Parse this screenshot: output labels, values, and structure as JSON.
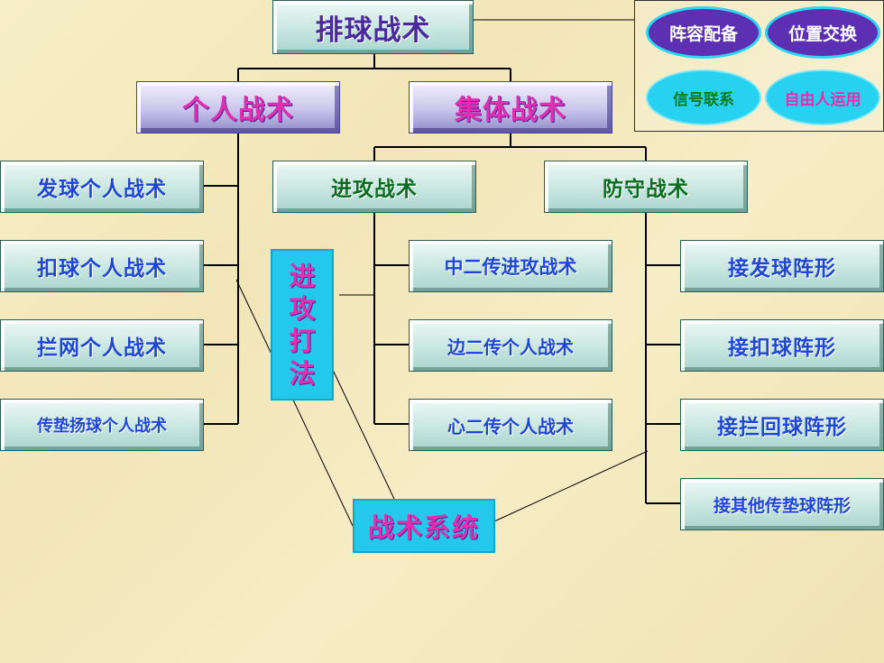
{
  "diagram": {
    "root": "排球战术",
    "individual": {
      "title": "个人战术",
      "items": [
        "发球个人战术",
        "扣球个人战术",
        "拦网个人战术",
        "传垫扬球个人战术"
      ]
    },
    "collective": {
      "title": "集体战术",
      "attack": {
        "title": "进攻战术",
        "items": [
          "中二传进攻战术",
          "边二传个人战术",
          "心二传个人战术"
        ]
      },
      "defense": {
        "title": "防守战术",
        "items": [
          "接发球阵形",
          "接扣球阵形",
          "接拦回球阵形",
          "接其他传垫球阵形"
        ]
      }
    },
    "attack_methods": "进攻打法",
    "tactical_system": "战术系统",
    "legend": [
      "阵容配备",
      "位置交换",
      "信号联系",
      "自由人运用"
    ]
  },
  "colors": {
    "text_blue": "#1f46d6",
    "text_green": "#0b6b1f",
    "text_pink": "#e12fb1",
    "text_purple": "#4a2a9a",
    "box_teal": "#c8e6e0",
    "box_lavender": "#c9c5ec",
    "cyan": "#24c8ea",
    "oval_purple": "#5d2fb2",
    "background": "#f3e9bf"
  }
}
